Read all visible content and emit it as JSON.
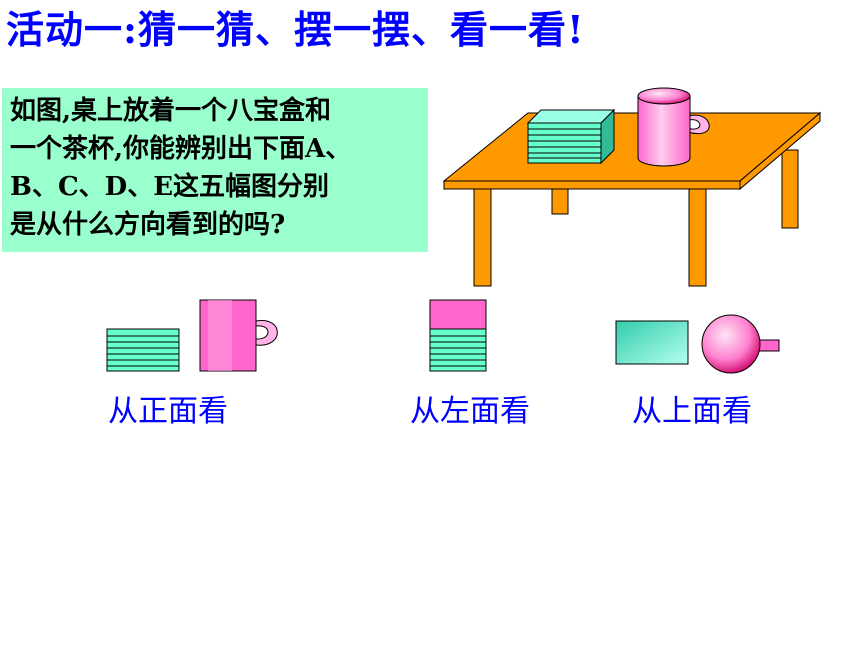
{
  "title": "活动一:猜一猜、摆一摆、看一看!",
  "question": "如图,桌上放着一个八宝盒和\n一个茶杯,你能辨别出下面A、\nB、C、D、E这五幅图分别\n是从什么方向看到的吗?",
  "captions": {
    "front": "从正面看",
    "left": "从左面看",
    "top": "从上面看"
  },
  "colors": {
    "title_text": "#0000ff",
    "question_bg": "#99ffcc",
    "table": "#ff9900",
    "box": "#66ffcc",
    "cup": "#ff66cc"
  }
}
